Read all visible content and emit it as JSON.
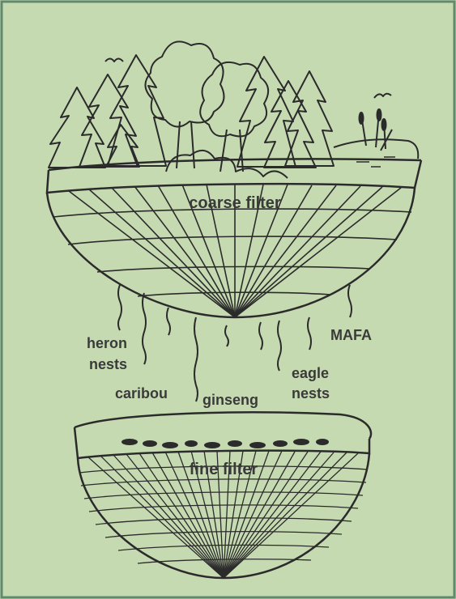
{
  "colors": {
    "background": "#c6dab2",
    "border": "#5f8a6e",
    "ink": "#2b2b2b",
    "text": "#3a3a3a"
  },
  "top_bowl": {
    "label": "coarse filter",
    "icons": [
      "tree-icon",
      "bird-icon",
      "cattail-icon"
    ]
  },
  "bottom_bowl": {
    "label": "fine filter",
    "icons": [
      "stone-icon"
    ]
  },
  "species": [
    {
      "id": "heron",
      "lines": [
        "heron",
        "nests"
      ]
    },
    {
      "id": "caribou",
      "lines": [
        "caribou"
      ]
    },
    {
      "id": "ginseng",
      "lines": [
        "ginseng"
      ]
    },
    {
      "id": "eagle",
      "lines": [
        "eagle",
        "nests"
      ]
    },
    {
      "id": "mafa",
      "lines": [
        "MAFA"
      ]
    }
  ]
}
